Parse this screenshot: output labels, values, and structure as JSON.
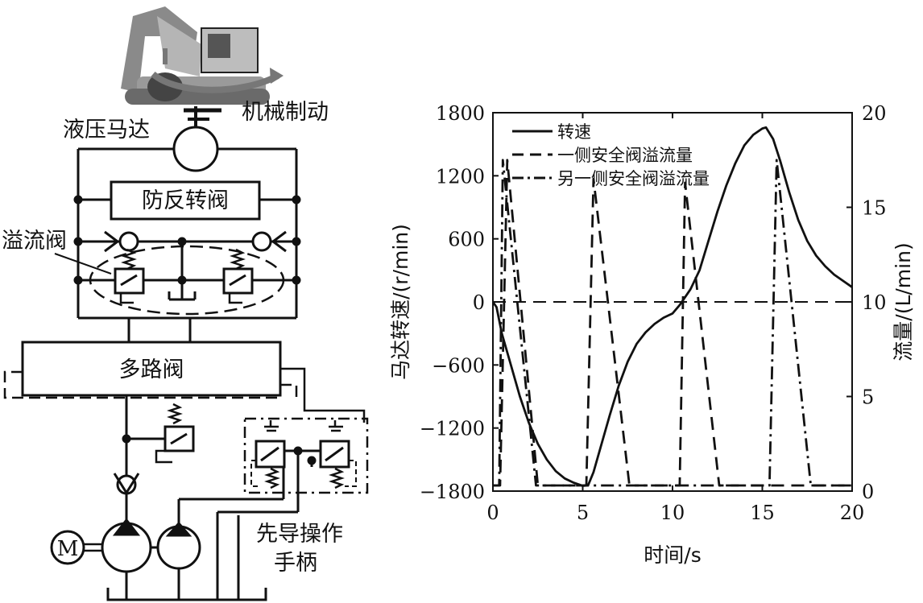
{
  "diagram": {
    "labels": {
      "motor": "液压马达",
      "brake": "机械制动",
      "anti_reverse_valve": "防反转阀",
      "relief_valve": "溢流阀",
      "multiway_valve": "多路阀",
      "pilot_handle_line1": "先导操作",
      "pilot_handle_line2": "手柄",
      "electric_motor": "M"
    }
  },
  "chart_data": {
    "type": "line",
    "xlabel": "时间/s",
    "ylabel": "马达转速/(r/min)",
    "y2label": "流量/(L/min)",
    "xlim": [
      0,
      20
    ],
    "ylim": [
      -1800,
      1800
    ],
    "y2lim": [
      0,
      20
    ],
    "x_ticks": [
      "0",
      "5",
      "10",
      "15",
      "20"
    ],
    "y_ticks": [
      "1800",
      "1200",
      "600",
      "0",
      "−600",
      "−1200",
      "−1800"
    ],
    "y2_ticks": [
      "20",
      "15",
      "10",
      "5",
      "0"
    ],
    "legend_position": "top-left",
    "series": [
      {
        "name": "转速",
        "axis": "left",
        "style": "solid",
        "points": [
          [
            0,
            0
          ],
          [
            0.2,
            -50
          ],
          [
            0.5,
            -300
          ],
          [
            1,
            -600
          ],
          [
            1.5,
            -900
          ],
          [
            2,
            -1150
          ],
          [
            2.5,
            -1350
          ],
          [
            3,
            -1500
          ],
          [
            3.5,
            -1610
          ],
          [
            4,
            -1680
          ],
          [
            4.5,
            -1720
          ],
          [
            5,
            -1750
          ],
          [
            5.3,
            -1745
          ],
          [
            5.6,
            -1620
          ],
          [
            6,
            -1380
          ],
          [
            6.5,
            -1080
          ],
          [
            7,
            -800
          ],
          [
            7.5,
            -570
          ],
          [
            8,
            -400
          ],
          [
            8.5,
            -290
          ],
          [
            9,
            -210
          ],
          [
            9.5,
            -150
          ],
          [
            10,
            -110
          ],
          [
            10.4,
            -30
          ],
          [
            11,
            120
          ],
          [
            11.5,
            300
          ],
          [
            12,
            580
          ],
          [
            12.5,
            860
          ],
          [
            13,
            1110
          ],
          [
            13.5,
            1320
          ],
          [
            14,
            1490
          ],
          [
            14.5,
            1590
          ],
          [
            15,
            1650
          ],
          [
            15.2,
            1660
          ],
          [
            15.6,
            1550
          ],
          [
            16,
            1340
          ],
          [
            16.5,
            1040
          ],
          [
            17,
            780
          ],
          [
            17.5,
            580
          ],
          [
            18,
            440
          ],
          [
            18.5,
            340
          ],
          [
            19,
            260
          ],
          [
            19.5,
            200
          ],
          [
            20,
            140
          ]
        ]
      },
      {
        "name": "一侧安全阀溢流量",
        "axis": "right",
        "style": "dashed",
        "points": [
          [
            0,
            0.3
          ],
          [
            0.4,
            0.3
          ],
          [
            0.8,
            17.5
          ],
          [
            2.5,
            0.3
          ],
          [
            5.2,
            0.3
          ],
          [
            5.6,
            16.5
          ],
          [
            7.6,
            0.3
          ],
          [
            10.4,
            0.3
          ],
          [
            10.7,
            16.3
          ],
          [
            12.6,
            0.3
          ],
          [
            20,
            0.3
          ]
        ]
      },
      {
        "name": "另一侧安全阀溢流量",
        "axis": "right",
        "style": "dash-dot",
        "points": [
          [
            0,
            0.3
          ],
          [
            0.35,
            0.3
          ],
          [
            0.55,
            17.5
          ],
          [
            2.4,
            0.3
          ],
          [
            15.4,
            0.3
          ],
          [
            15.8,
            17.5
          ],
          [
            17.7,
            0.3
          ],
          [
            20,
            0.3
          ]
        ]
      }
    ]
  }
}
